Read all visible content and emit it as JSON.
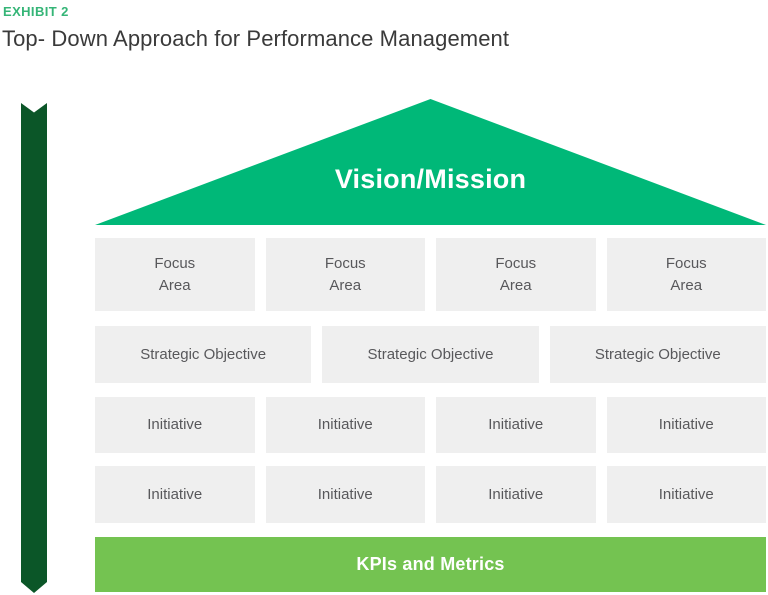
{
  "exhibit": {
    "label": "EXHIBIT 2"
  },
  "title": "Top- Down Approach for Performance Management",
  "pyramid": {
    "label": "Vision/Mission"
  },
  "rows": {
    "focus_areas": [
      "Focus\nArea",
      "Focus\nArea",
      "Focus\nArea",
      "Focus\nArea"
    ],
    "strategic_objectives": [
      "Strategic Objective",
      "Strategic Objective",
      "Strategic Objective"
    ],
    "initiatives_row1": [
      "Initiative",
      "Initiative",
      "Initiative",
      "Initiative"
    ],
    "initiatives_row2": [
      "Initiative",
      "Initiative",
      "Initiative",
      "Initiative"
    ]
  },
  "kpi_bar": {
    "label": "KPIs and Metrics"
  },
  "colors": {
    "emerald_green": "#00b878",
    "apple_green": "#74c351",
    "dark_green": "#0b5628",
    "exhibit_green": "#35b577",
    "box_bg": "#efefef",
    "box_text": "#58585b",
    "title_text": "#3a3a3a",
    "white": "#ffffff"
  }
}
